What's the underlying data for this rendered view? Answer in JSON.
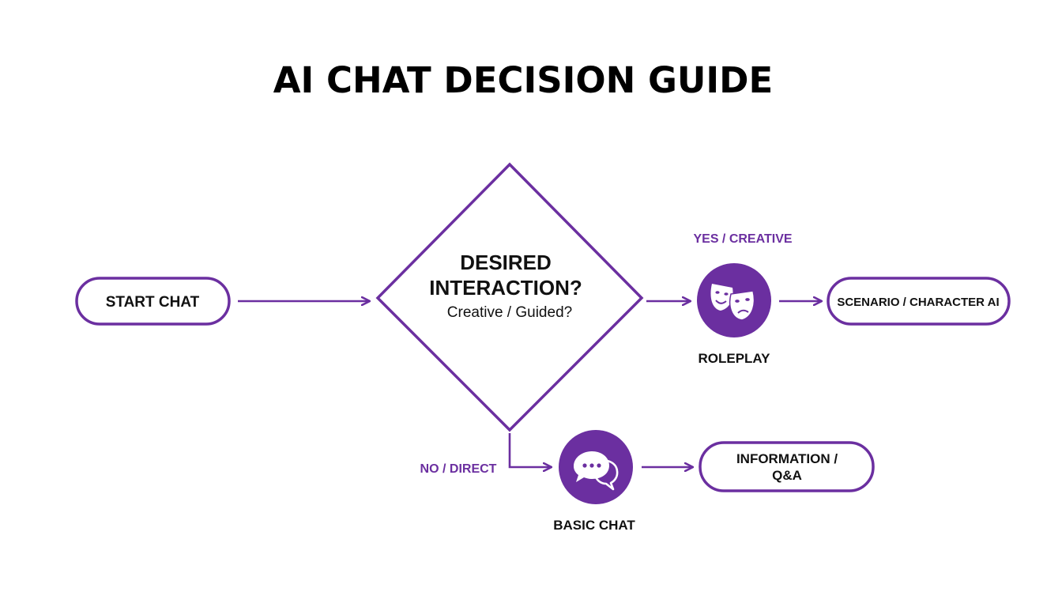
{
  "title": "AI CHAT DECISION GUIDE",
  "colors": {
    "accent": "#6b2fa0",
    "text": "#111111",
    "background": "#ffffff"
  },
  "nodes": {
    "start": {
      "label": "START CHAT"
    },
    "decision": {
      "line1": "DESIRED",
      "line2": "INTERACTION?",
      "line3": "Creative / Guided?"
    },
    "roleplay": {
      "label": "ROLEPLAY",
      "icon": "theater-masks-icon"
    },
    "scenario": {
      "label": "SCENARIO / CHARACTER AI"
    },
    "basic_chat": {
      "label": "BASIC CHAT",
      "icon": "chat-bubbles-icon"
    },
    "information": {
      "line1": "INFORMATION /",
      "line2": "Q&A"
    }
  },
  "edges": {
    "yes_label": "YES / CREATIVE",
    "no_label": "NO / DIRECT"
  }
}
